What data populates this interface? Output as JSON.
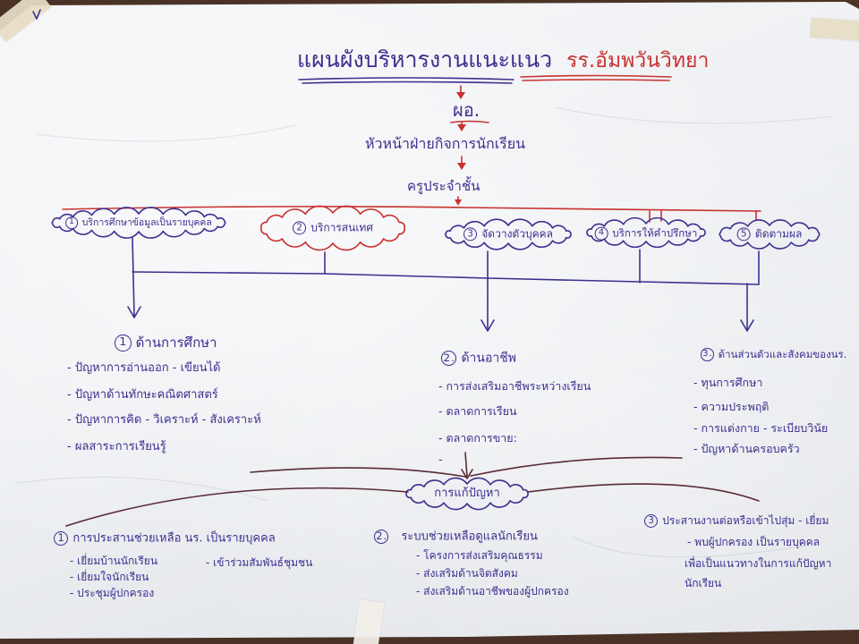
{
  "title": {
    "main": "แผนผังบริหารงานแนะแนว",
    "school": "รร.อัมพวันวิทยา"
  },
  "chain": {
    "director": "ผอ.",
    "head": "หัวหน้าฝ่ายกิจการนักเรียน",
    "teacher": "ครูประจำชั้น"
  },
  "services": [
    {
      "num": "1",
      "label": "บริการศึกษาข้อมูลเป็นรายบุคคล"
    },
    {
      "num": "2",
      "label": "บริการสนเทศ"
    },
    {
      "num": "3",
      "label": "จัดวางตัวบุคคล"
    },
    {
      "num": "4",
      "label": "บริการให้คำปรึกษา"
    },
    {
      "num": "5",
      "label": "ติดตามผล"
    }
  ],
  "areas": [
    {
      "num": "1",
      "title": "ด้านการศึกษา",
      "items": [
        "ปัญหาการอ่านออก - เขียนได้",
        "ปัญหาด้านทักษะคณิตศาสตร์",
        "ปัญหาการคิด - วิเคราะห์ - สังเคราะห์",
        "ผลสาระการเรียนรู้"
      ]
    },
    {
      "num": "2",
      "title": "ด้านอาชีพ",
      "items": [
        "การส่งเสริมอาชีพระหว่างเรียน",
        "ตลาดการเรียน",
        "ตลาดการขาย:"
      ]
    },
    {
      "num": "3",
      "title": "ด้านส่วนตัวและสังคมของนร.",
      "items": [
        "ทุนการศึกษา",
        "ความประพฤติ",
        "การแต่งกาย - ระเบียบวินัย",
        "ปัญหาด้านครอบครัว"
      ]
    }
  ],
  "solution": "การแก้ปัญหา",
  "actions": [
    {
      "num": "1",
      "title": "การประสานช่วยเหลือ นร. เป็นรายบุคคล",
      "items": [
        "เยี่ยมบ้านนักเรียน",
        "เยี่ยมใจนักเรียน",
        "ประชุมผู้ปกครอง",
        "เข้าร่วมสัมพันธ์ชุมชน"
      ]
    },
    {
      "num": "2",
      "title": "ระบบช่วยเหลือดูแลนักเรียน",
      "items": [
        "โครงการส่งเสริมคุณธรรม",
        "ส่งเสริมด้านจิตสังคม",
        "ส่งเสริมด้านอาชีพของผู้ปกครอง"
      ]
    },
    {
      "num": "3",
      "title": "ประสานงานต่อหรือเข้าไปสุ่ม - เยี่ยม",
      "items": [
        "พบผู้ปกครอง เป็นรายบุคคล",
        "เพื่อเป็นแนวทางในการแก้ปัญหา",
        "นักเรียน"
      ]
    }
  ],
  "colors": {
    "ink": "#3d2f8f",
    "red": "#c8322f",
    "connector": "#5a2a35",
    "paper": "#eef0f3",
    "table": "#4a3326",
    "tape": "#e8dec6"
  }
}
